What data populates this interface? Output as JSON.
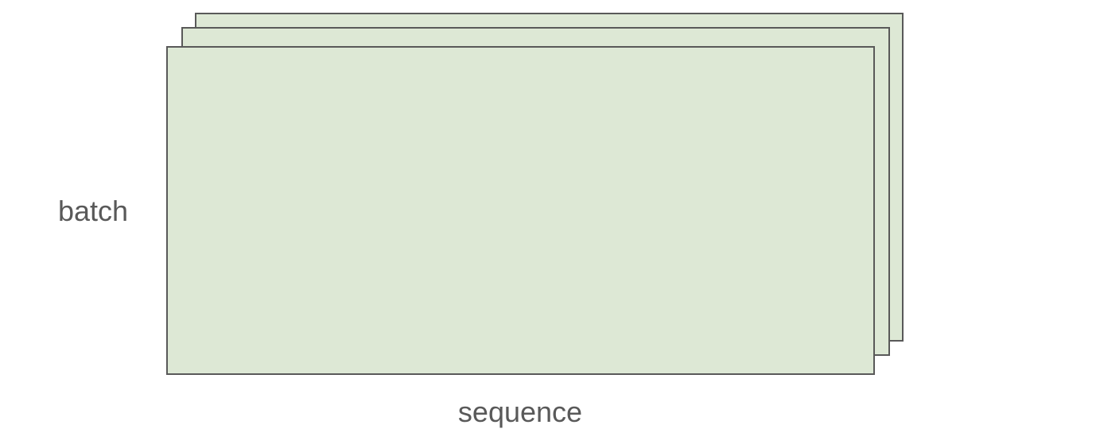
{
  "labels": {
    "batch": "batch",
    "sequence": "sequence"
  },
  "colors": {
    "sheet_fill": "#dde8d5",
    "sheet_border": "#595959",
    "label_text": "#595959"
  },
  "sheet_count": 3
}
